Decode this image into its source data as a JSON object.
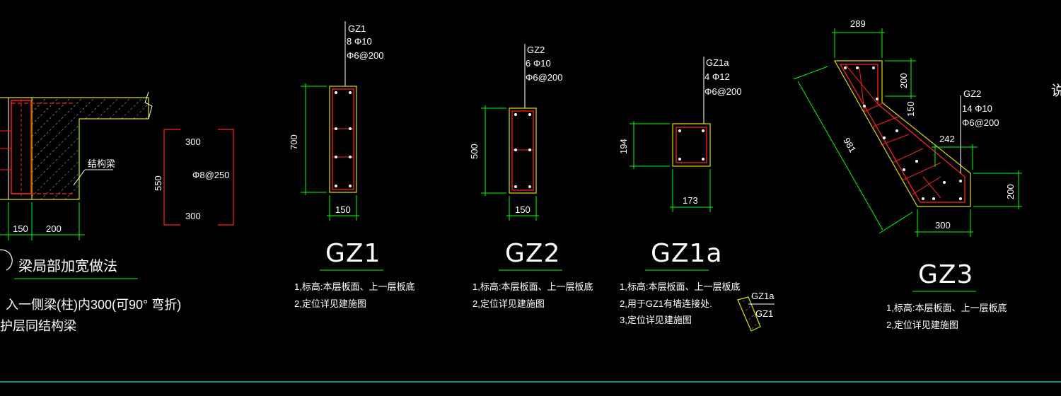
{
  "colors": {
    "bg": "#000000",
    "green": "#00ff00",
    "red": "#ff2020",
    "white": "#ffffff",
    "cyan": "#00b8c8",
    "yellow": "#e0e000"
  },
  "beam": {
    "dim_150": "150",
    "dim_200": "200",
    "label": "结构梁",
    "sec_dim": "550",
    "sec_top": "300",
    "sec_bot": "300",
    "sec_rebar": "Φ8@250",
    "title": "梁局部加宽做法",
    "note1": "入一侧梁(柱)内300(可90° 弯折)",
    "note2": "护层同结构梁"
  },
  "gz1": {
    "lbl": "GZ1",
    "rebar1": "8 Φ10",
    "rebar2": "Φ6@200",
    "dim_h": "700",
    "dim_w": "150",
    "title": "GZ1",
    "note1": "1,标高:本层板面、上一层板底",
    "note2": "2,定位详见建施图"
  },
  "gz2": {
    "lbl": "GZ2",
    "rebar1": "6 Φ10",
    "rebar2": "Φ6@200",
    "dim_h": "500",
    "dim_w": "150",
    "title": "GZ2",
    "note1": "1,标高:本层板面、上一层板底",
    "note2": "2,定位详见建施图"
  },
  "gz1a": {
    "lbl": "GZ1a",
    "rebar1": "4 Φ12",
    "rebar2": "Φ6@200",
    "dim_h": "194",
    "dim_w": "173",
    "title": "GZ1a",
    "note1": "1,标高:本层板面、上一层板底",
    "note2": "2,用于GZ1有墙连接处.",
    "note3": "3,定位详见建施图",
    "legend_top": "GZ1a",
    "legend_bot": "GZ1"
  },
  "gz3": {
    "lbl": "GZ2",
    "rebar1": "14 Φ10",
    "rebar2": "Φ6@200",
    "dim_289": "289",
    "dim_200a": "200",
    "dim_150": "150",
    "dim_242": "242",
    "dim_981": "981",
    "dim_200b": "200",
    "dim_300": "300",
    "title": "GZ3",
    "note1": "1,标高:本层板面、上一层板底",
    "note2": "2,定位详见建施图"
  },
  "edge_char": "说"
}
